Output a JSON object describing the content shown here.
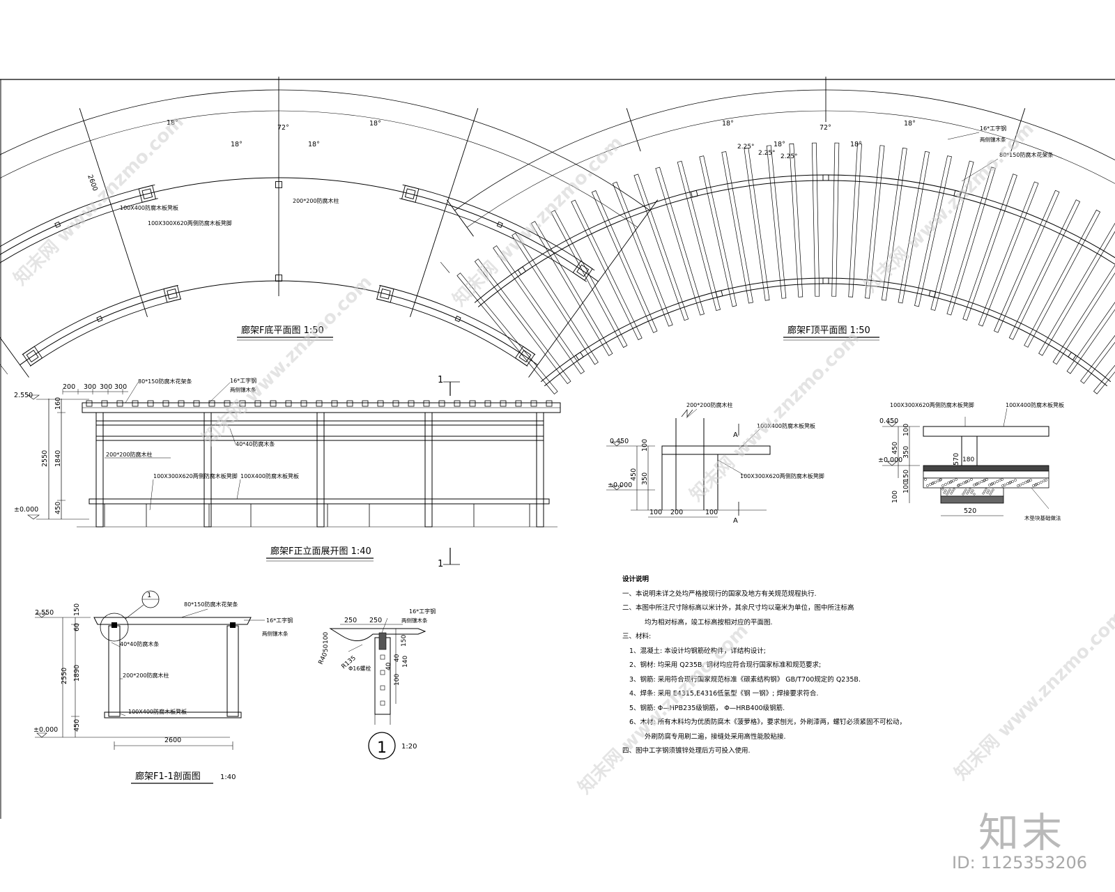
{
  "titles": {
    "bottom_plan": "廊架F底平面图 1:50",
    "top_plan": "廊架F顶平面图 1:50",
    "elevation": "廊架F正立面展开图 1:40",
    "section": "廊架F1-1剖面图",
    "section_scale": "1:40",
    "detail_scale": "1:20",
    "detail_number": "1",
    "section_mark": "1"
  },
  "bottom_plan": {
    "angle_total": "72°",
    "angle_18": "18°",
    "dim_width": "2600",
    "label_beam400": "100X400防腐木板凳板",
    "label_beam620": "100X300X620两侧防腐木板凳脚",
    "label_column": "200*200防腐木柱"
  },
  "top_plan": {
    "angle_total": "72°",
    "angle_18": "18°",
    "angle_225": "2.25°",
    "label_steel": "16*工字钢",
    "label_steel2": "两侧镶木条",
    "label_slats": "80*150防腐木花架条"
  },
  "elevation": {
    "level_top": "2.550",
    "level_zero": "±0.000",
    "dims_top": [
      "200",
      "300",
      "300",
      "300"
    ],
    "dims_left": [
      "160",
      "1840",
      "450"
    ],
    "dim_total": "2550",
    "label_slats": "80*150防腐木花架条",
    "label_steel": "16*工字钢",
    "label_steel2": "两侧镶木条",
    "label_strip": "40*40防腐木条",
    "label_column": "200*200防腐木柱",
    "label_leg": "100X300X620两侧防腐木板凳脚",
    "label_seat": "100X400防腐木板凳板"
  },
  "bench_detail": {
    "label_column": "200*200防腐木柱",
    "label_seat": "100X400防腐木板凳板",
    "label_leg": "100X300X620两侧防腐木板凳脚",
    "level_045": "0.450",
    "level_zero": "±0.000",
    "dims_left": [
      "100",
      "450",
      "350"
    ],
    "dims_bottom": [
      "100",
      "200",
      "100"
    ],
    "mark_a": "A"
  },
  "bench_section": {
    "label_leg": "100X300X620两侧防腐木板凳脚",
    "label_seat": "100X400防腐木板凳板",
    "level_045": "0.450",
    "level_zero": "±0.000",
    "dims_left": [
      "100",
      "450",
      "350",
      "150",
      "100",
      "100"
    ],
    "dim_570": "570",
    "dim_180": "180",
    "dim_520": "520",
    "label_base": "木垫块基础做法"
  },
  "section_view": {
    "level_top": "2.550",
    "level_zero": "±0.000",
    "dims_left": [
      "150",
      "60",
      "1890",
      "450"
    ],
    "dim_total": "2550",
    "dim_width": "2600",
    "label_slats": "80*150防腐木花架条",
    "label_steel": "16*工字钢",
    "label_steel2": "两侧镶木条",
    "label_strip": "40*40防腐木条",
    "label_column": "200*200防腐木柱",
    "label_seat": "100X400防腐木板凳板"
  },
  "detail_1": {
    "dims_top": [
      "250",
      "250"
    ],
    "label_steel": "16*工字钢",
    "label_steel2": "两侧镶木条",
    "label_r": "R40",
    "label_r135": "R135",
    "label_bolt": "Φ16螺栓",
    "dims_right": [
      "150",
      "40",
      "40",
      "100",
      "140"
    ],
    "dims_left": [
      "100",
      "50"
    ]
  },
  "notes": {
    "title": "设计说明",
    "line1": "一、本说明未详之处均严格按现行的国家及地方有关规范规程执行.",
    "line2": "二、本图中所注尺寸除标高以米计外，其余尺寸均以毫米为单位，图中所注标高",
    "line2b": "均为相对标高，竣工标高按相对应的平面图.",
    "line3": "三、材料:",
    "m1": "1、混凝土: 本设计均钢筋砼构件，详结构设计;",
    "m2": "2、钢材: 均采用   Q235B. 钢材均应符合现行国家标准和规范要求;",
    "m3": "3、钢筋: 采用符合现行国家规范标准《碳素结构钢》        GB/T700规定的  Q235B.",
    "m4": "4、焊条: 采用    E4315,E4316低氢型《钢 一钢》; 焊接要求符合.",
    "m5": "5、钢筋:       Φ—HPB235级钢筋，       Φ—HRB400级钢筋.",
    "m6": "6、木材:      所有木料均为优质防腐木《菠萝格》，要求刨光，外刷漆两，螺钉必须紧固不可松动，",
    "m6b": "外刷防腐专用刷二遍，接缝处采用高性能胶粘接.",
    "line4": "四、图中工字钢须镀锌处理后方可投入使用."
  },
  "watermark": {
    "site": "www.znzmo.com",
    "name": "知末网",
    "brand": "知末",
    "id": "ID: 1125353206"
  }
}
